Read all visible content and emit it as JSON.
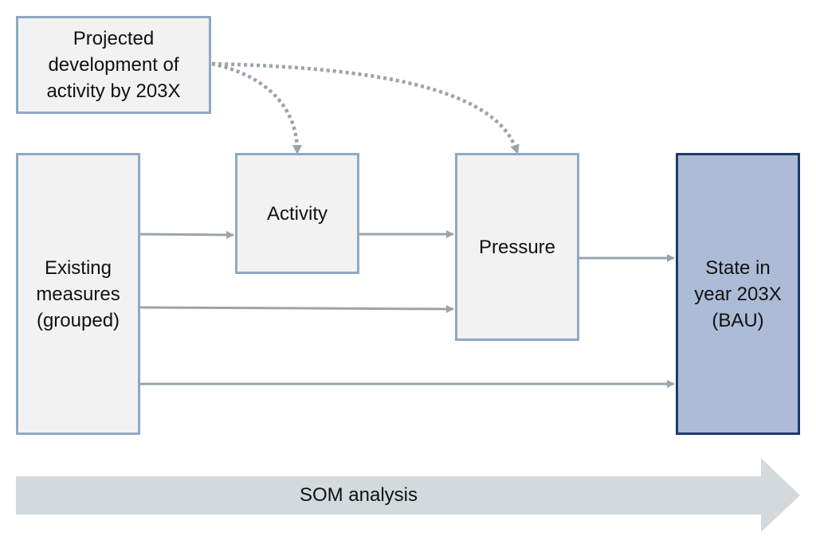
{
  "boxes": {
    "projected": "Projected\ndevelopment of\nactivity by 203X",
    "existing": "Existing\nmeasures\n(grouped)",
    "activity": "Activity",
    "pressure": "Pressure",
    "state": "State in\nyear 203X\n(BAU)"
  },
  "footer": {
    "label": "SOM analysis"
  },
  "colors": {
    "box_fill": "#f2f2f2",
    "box_border": "#8fa9c4",
    "state_fill": "#acbbd6",
    "state_border": "#1f3a66",
    "arrow": "#9ba4ab",
    "band": "#d3d9dc"
  }
}
